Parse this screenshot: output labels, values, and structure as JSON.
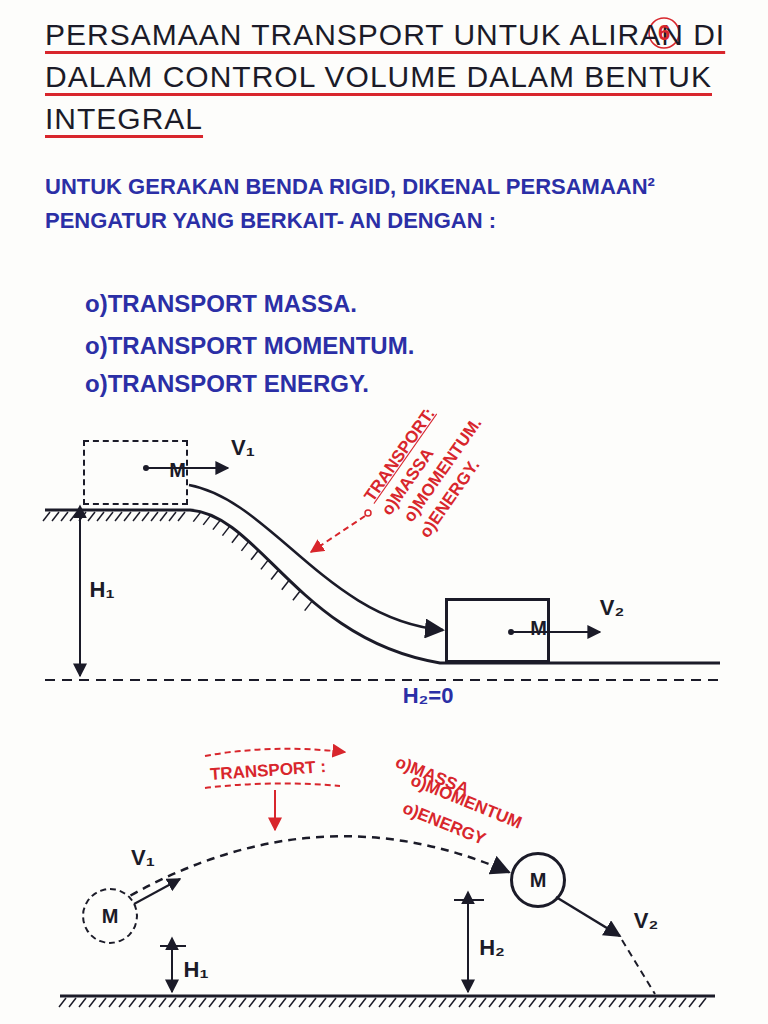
{
  "diagram": {
    "title": "PERSAMAAN TRANSPORT UNTUK ALIRAN DI DALAM CONTROL VOLUME DALAM BENTUK INTEGRAL",
    "nodes": [
      {
        "text": [
          "M"
        ]
      },
      {
        "text": [
          "M"
        ]
      },
      {
        "text": [
          "M"
        ]
      },
      {
        "text": [
          "M"
        ]
      }
    ],
    "edges": [
      {
        "from": 0,
        "to": 1,
        "arrow": "to"
      },
      {
        "from": 2,
        "to": 3,
        "arrow": "to"
      }
    ],
    "labels": [
      "6",
      "UNTUK GERAKAN BENDA RIGID, DIKENAL PERSAMAAN² PENGATUR YANG BERKAIT- AN DENGAN :",
      "o)TRANSPORT MASSA.",
      "o)TRANSPORT MOMENTUM.",
      "o)TRANSPORT ENERGY.",
      "V₁",
      "TRANSPORT:",
      "o)MASSA",
      "o)MOMENTUM.",
      "o)ENERGY.",
      "H₁",
      "V₂",
      "H₂=0",
      "TRANSPORT :",
      "o)MASSA",
      "o)MOMENTUM",
      "o)ENERGY",
      "V₁",
      "H₁",
      "H₂",
      "V₂"
    ]
  }
}
